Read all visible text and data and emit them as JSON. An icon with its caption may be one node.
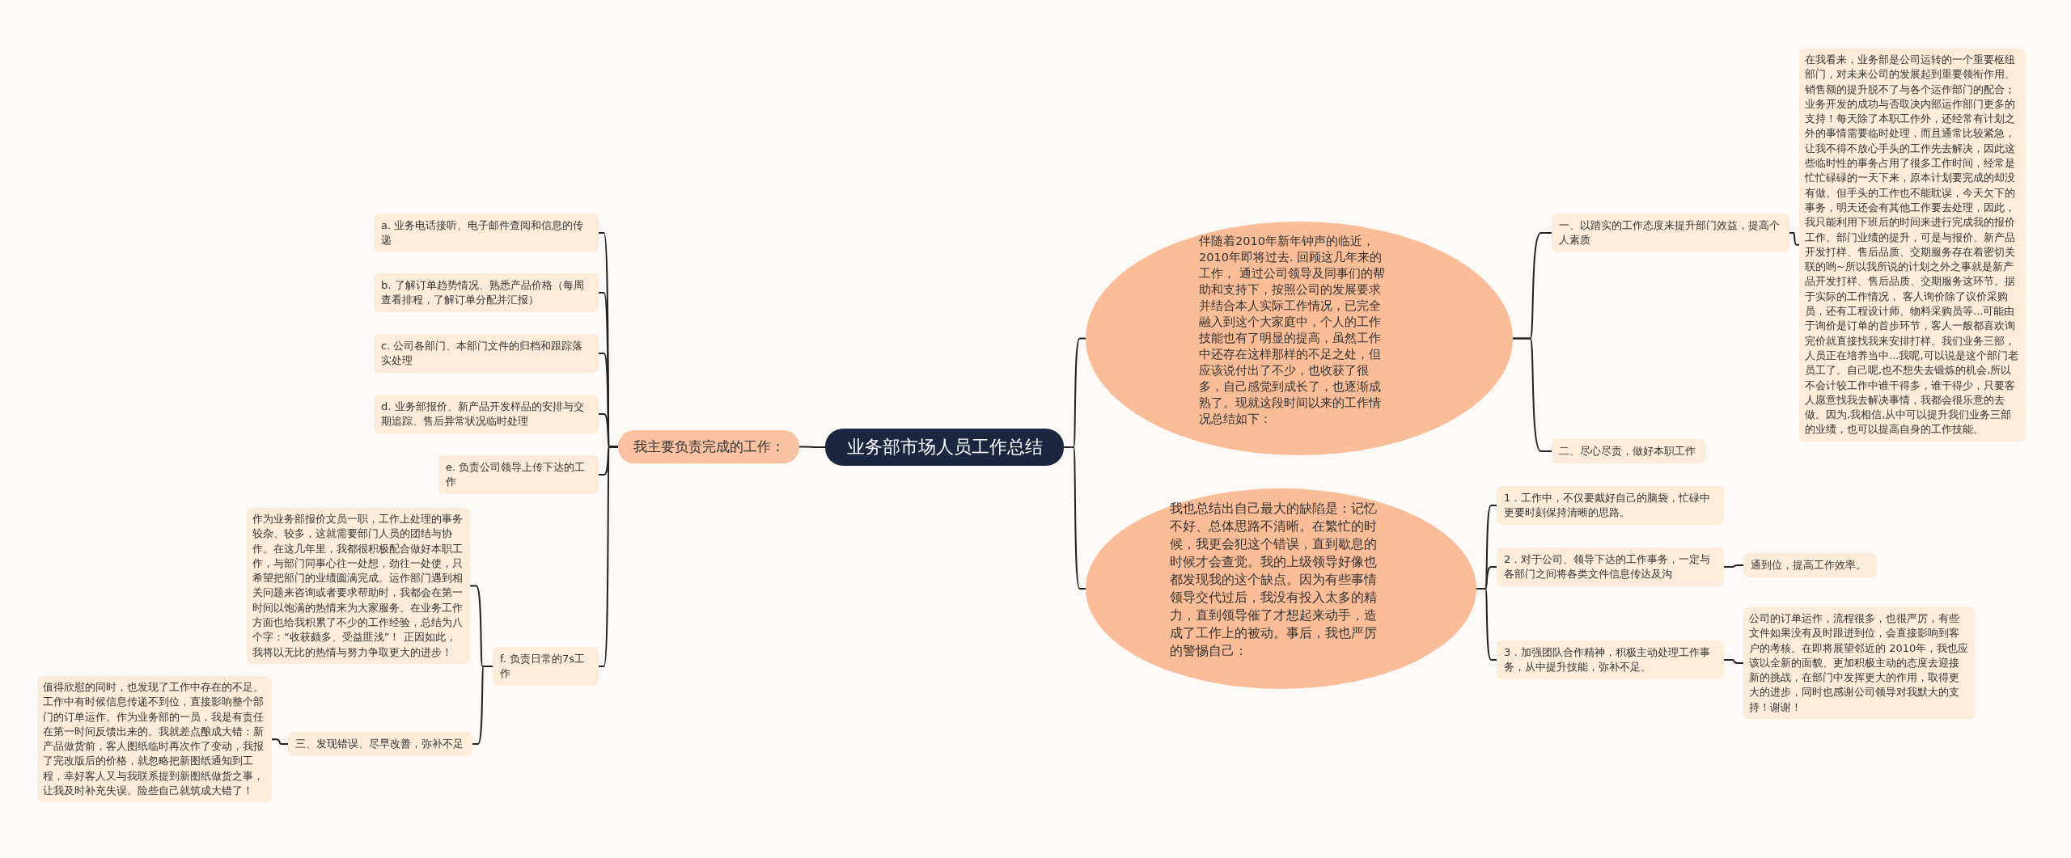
{
  "diagram": {
    "nodes": [
      {
        "text": [
          "业务部市场人员工作总结"
        ]
      },
      {
        "text": [
          "我主要负责完成的工作："
        ]
      },
      {
        "text": [
          "a. 业务电话接听、电子邮件查阅和信息的传递"
        ]
      },
      {
        "text": [
          "b. 了解订单趋势情况、熟悉产品价格（每周查看排程，了解订单分配并汇报）"
        ]
      },
      {
        "text": [
          "c. 公司各部门、本部门文件的归档和跟踪落实处理"
        ]
      },
      {
        "text": [
          "d. 业务部报价、新产品开发样品的安排与交期追踪、售后异常状况临时处理"
        ]
      },
      {
        "text": [
          "e. 负责公司领导上传下达的工作"
        ]
      },
      {
        "text": [
          "f. 负责日常的7s工作"
        ]
      },
      {
        "text": [
          "作为业务部报价文员一职，工作上处理的事务较杂、较多，这就需要部门人员的团结与协作。在这几年里，我都很积极配合做好本职工作，与部门同事心往一处想，劲往一处使，只希望把部门的业绩圆满完成。运作部门遇到相关问题来咨询或者要求帮助时，我都会在第一时间以饱满的热情来为大家服务。在业务工作方面也给我积累了不少的工作经验，总结为八个字：“收获颇多、受益匪浅”！ 正因如此，我将以无比的热情与努力争取更大的进步！"
        ]
      },
      {
        "text": [
          "三、发现错误、尽早改善，弥补不足"
        ]
      },
      {
        "text": [
          "值得欣慰的同时，也发现了工作中存在的不足。工作中有时候信息传递不到位，直接影响整个部门的订单运作。作为业务部的一员，我是有责任在第一时间反馈出来的。我就差点酿成大错：新产品做货前，客人图纸临时再次作了变动，我报了完改版后的价格，就忽略把新图纸通知到工程，幸好客人又与我联系提到新图纸做货之事，让我及时补充失误。险些自己就筑成大错了！"
        ]
      },
      {
        "text": [
          "伴随着2010年新年钟声的临近，2010年即将过去. 回顾这几年来的工作， 通过公司领导及同事们的帮助和支持下，按照公司的发展要求并结合本人实际工作情况，已完全融入到这个大家庭中，个人的工作技能也有了明显的提高，虽然工作中还存在这样那样的不足之处，但应该说付出了不少，也收获了很多，自己感觉到成长了，也逐渐成熟了。现就这段时间以来的工作情况总结如下："
        ]
      },
      {
        "text": [
          "我也总结出自己最大的缺陷是：记忆不好、总体思路不清晰。在繁忙的时候，我更会犯这个错误，直到歇息的时候才会查觉。我的上级领导好像也都发现我的这个缺点。因为有些事情领导交代过后，我没有投入太多的精力，直到领导催了才想起来动手，造成了工作上的被动。事后，我也严厉的警惕自己："
        ]
      },
      {
        "text": [
          "一、以踏实的工作态度来提升部门效益，提高个人素质"
        ]
      },
      {
        "text": [
          "在我看来，业务部是公司运转的一个重要枢纽部门，对未来公司的发展起到重要领衔作用。销售额的提升脱不了与各个运作部门的配合；业务开发的成功与否取决内部运作部门更多的支持！每天除了本职工作外，还经常有计划之外的事情需要临时处理，而且通常比较紧急，让我不得不放心手头的工作先去解决，因此这些临时性的事务占用了很多工作时间，经常是忙忙碌碌的一天下来，原本计划要完成的却没有做。但手头的工作也不能耽误，今天欠下的事务，明天还会有其他工作要去处理，因此，我只能利用下班后的时间来进行完成我的报价工作。部门业绩的提升，可是与报价、新产品开发打样、售后品质、交期服务存在着密切关联的哟~所以我所说的计划之外之事就是新产品开发打样、售后品质、交期服务这环节。据于实际的工作情况， 客人询价除了议价采购员，还有工程设计师、物料采购员等...可能由于询价是订单的首步环节，客人一般都喜欢询完价就直接找我来安排打样。我们业务三部，人员正在培养当中...我呢,可以说是这个部门老员工了。自己呢,也不想失去锻炼的机会,所以不会计较工作中谁干得多，谁干得少，只要客人愿意找我去解决事情，我都会很乐意的去做。因为,我相信,从中可以提升我们业务三部的业绩，也可以提高自身的工作技能。"
        ]
      },
      {
        "text": [
          "二、尽心尽责，做好本职工作"
        ]
      },
      {
        "text": [
          "1．工作中，不仅要戴好自己的脑袋，忙碌中更要时刻保持清晰的思路。"
        ]
      },
      {
        "text": [
          "2．对于公司、领导下达的工作事务，一定与各部门之间将各类文件信息传达及沟"
        ]
      },
      {
        "text": [
          "3．加强团队合作精神，积极主动处理工作事务，从中提升技能，弥补不足。"
        ]
      },
      {
        "text": [
          "通到位，提高工作效率。"
        ]
      },
      {
        "text": [
          "公司的订单运作，流程很多，也很严厉，有些文件如果没有及时跟进到位，会直接影响到客户的考核。在即将展望邻近的 2010年，我也应该以全新的面貌、更加积极主动的态度去迎接新的挑战，在部门中发挥更大的作用，取得更大的进步，同时也感谢公司领导对我默大的支持！谢谢！"
        ]
      }
    ],
    "edges": [
      {
        "from": 0,
        "to": 1,
        "arrow": "none"
      },
      {
        "from": 1,
        "to": 2,
        "arrow": "none"
      },
      {
        "from": 1,
        "to": 3,
        "arrow": "none"
      },
      {
        "from": 1,
        "to": 4,
        "arrow": "none"
      },
      {
        "from": 1,
        "to": 5,
        "arrow": "none"
      },
      {
        "from": 1,
        "to": 6,
        "arrow": "none"
      },
      {
        "from": 1,
        "to": 7,
        "arrow": "none"
      },
      {
        "from": 7,
        "to": 8,
        "arrow": "none"
      },
      {
        "from": 7,
        "to": 9,
        "arrow": "none"
      },
      {
        "from": 9,
        "to": 10,
        "arrow": "none"
      },
      {
        "from": 0,
        "to": 11,
        "arrow": "none"
      },
      {
        "from": 0,
        "to": 12,
        "arrow": "none"
      },
      {
        "from": 11,
        "to": 13,
        "arrow": "none"
      },
      {
        "from": 11,
        "to": 15,
        "arrow": "none"
      },
      {
        "from": 13,
        "to": 14,
        "arrow": "none"
      },
      {
        "from": 12,
        "to": 16,
        "arrow": "none"
      },
      {
        "from": 12,
        "to": 17,
        "arrow": "none"
      },
      {
        "from": 12,
        "to": 18,
        "arrow": "none"
      },
      {
        "from": 17,
        "to": 19,
        "arrow": "none"
      },
      {
        "from": 18,
        "to": 20,
        "arrow": "none"
      }
    ]
  }
}
